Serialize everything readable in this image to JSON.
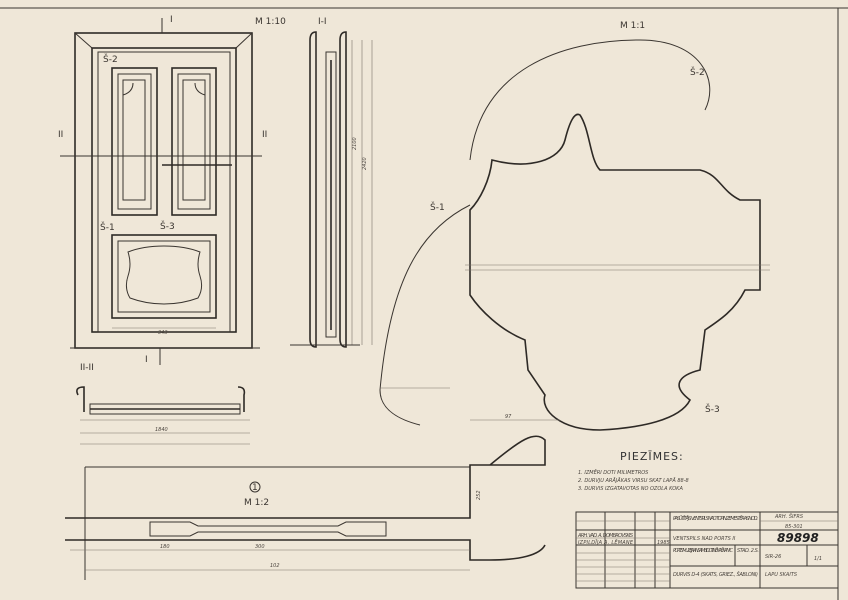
{
  "scale_labels": {
    "front": "M 1:10",
    "profile": "M 1:1",
    "detail": "M 1:2"
  },
  "section_labels": {
    "i": "I",
    "i_section": "I-I",
    "ii": "II",
    "ii_section": "II-II",
    "detail_no": "1"
  },
  "profile_labels": {
    "s1": "Š-1",
    "s2": "Š-2",
    "s3": "Š-3"
  },
  "notes": {
    "heading": "PIEZĪMES:",
    "items": [
      "1. IZMĒRI DOTI MILIMETROS",
      "2. DURVJU ARĀJĀKAS VIRSU SKAT LAPĀ 88-8",
      "3. DURVIS IZGATAVOTAS NO OZOLA KOKA"
    ]
  },
  "title_block": {
    "project": "PASŪTĪTĀJS: VENTSPILS NAD TOP IN ZEMESTĒRAS NOD.",
    "code_label": "ARH. ŠIFRS",
    "code": "85-301",
    "object": "VENTSPILS NAD PORTS II",
    "sheet_number": "89898",
    "drawing": "PORTS MUZEJA ANSAMB. III. DOTIN. ĒKA. ĒKA N°C",
    "stage": "STAD. 2.S.",
    "stage_code": "SIR-26",
    "content": "DURVIS D-4 (SKATS, GRIEZ., ŠABLONI)",
    "sheet_label": "LAPU SKAITS",
    "sheet_value": "1/1",
    "authors": [
      "ARH. VAD. A. DOMBROVSKIS",
      "IZPILDĪJA A. LĒMANE"
    ],
    "date": "1985"
  },
  "dimensions": [
    "343",
    "2420",
    "2100",
    "1840",
    "300",
    "180",
    "97",
    "102",
    "252"
  ]
}
